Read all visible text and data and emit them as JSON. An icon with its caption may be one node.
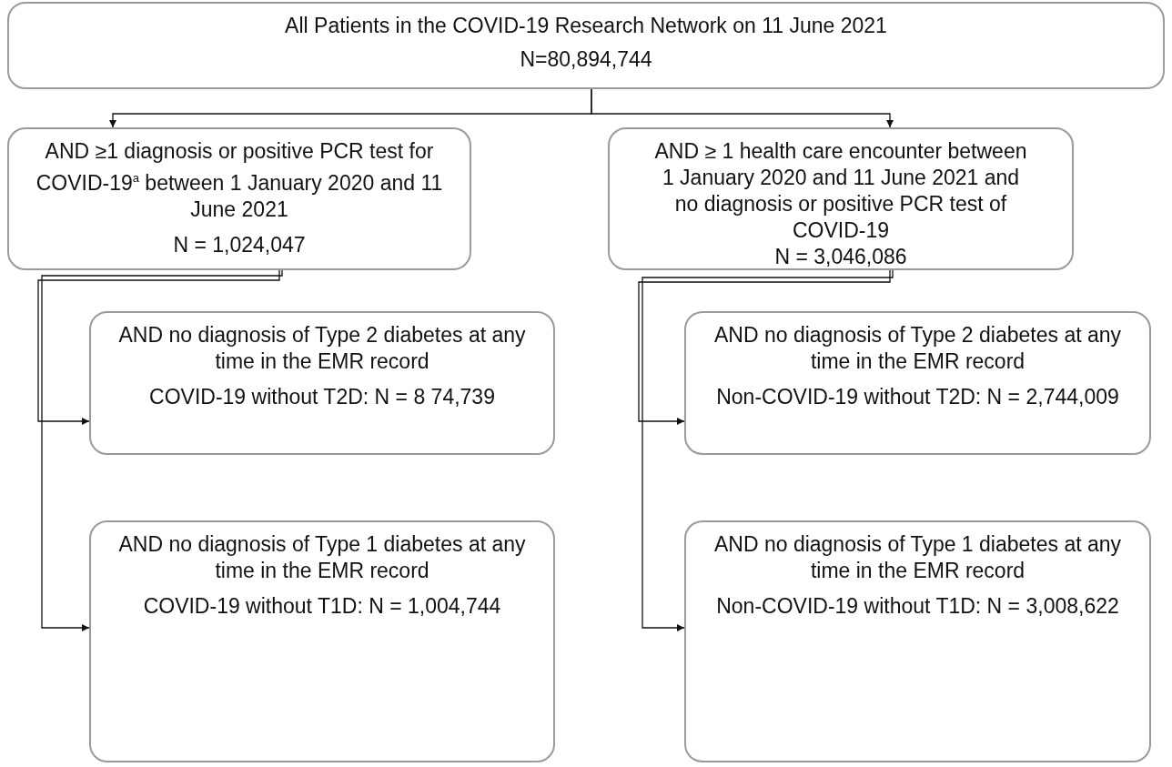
{
  "diagram": {
    "nodes": [
      {
        "text": [
          "All Patients in the COVID-19 Research Network on 11 June 2021",
          "N=80,894,744"
        ]
      },
      {
        "text": [
          "AND ≥1 diagnosis or positive PCR test for COVID-19$^{a}$ between 1 January 2020 and 11 June 2021",
          "N = 1,024,047"
        ]
      },
      {
        "text": [
          "AND ≥ 1 health care encounter between 1 January 2020 and 11 June 2021 and no diagnosis or positive PCR test of COVID-19",
          "N = 3,046,086"
        ]
      },
      {
        "text": [
          "AND no diagnosis of Type 2 diabetes at any time in the EMR record",
          "COVID-19 without T2D: N = 8 74,739"
        ]
      },
      {
        "text": [
          "AND no diagnosis of Type 2 diabetes at any time in the EMR record",
          "Non-COVID-19 without T2D: N = 2,744,009"
        ]
      },
      {
        "text": [
          "AND no diagnosis of Type 1 diabetes at any time in the EMR record",
          "COVID-19 without T1D: N = 1,004,744"
        ]
      },
      {
        "text": [
          "AND no diagnosis of Type 1 diabetes at any time in the EMR record",
          "Non-COVID-19 without T1D: N = 3,008,622"
        ]
      }
    ],
    "edges": [
      {
        "from": 0,
        "to": 1,
        "arrow": "to"
      },
      {
        "from": 0,
        "to": 2,
        "arrow": "to"
      },
      {
        "from": 1,
        "to": 3,
        "arrow": "to"
      },
      {
        "from": 1,
        "to": 5,
        "arrow": "to"
      },
      {
        "from": 2,
        "to": 4,
        "arrow": "to"
      },
      {
        "from": 2,
        "to": 6,
        "arrow": "to"
      }
    ]
  }
}
